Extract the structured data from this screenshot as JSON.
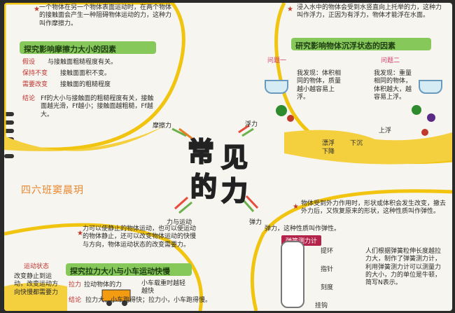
{
  "center_title": {
    "chars": [
      "常",
      "见",
      "的",
      "力"
    ]
  },
  "branches": {
    "friction": "摩擦力",
    "buoyancy": "浮力",
    "elastic": "弹力",
    "force_motion": "力与运动"
  },
  "class_name": "四六班窦晨玥",
  "friction": {
    "definition": "一个物体在另一个物体表面运动时，在两个物体的接触面会产生一种阻碍物体运动的力，这种力叫作摩擦力。",
    "heading": "探究影响摩擦力大小的因素",
    "hypothesis_label": "假设",
    "hypothesis": "与接触面粗糙程度有关。",
    "keep_label": "保持不变",
    "keep": "接触面面积不变。",
    "change_label": "需要改变",
    "change": "接触面的粗糙程度",
    "conclusion_label": "结论",
    "conclusion": "Ff的大小与接触面的粗糙程度有关，接触面越光滑，Ff越小；接触面越粗糙，Ff越大。"
  },
  "buoyancy": {
    "definition": "浸入水中的物体会受到水竖直向上托举的力，这种力叫作浮力，正因为有浮力，物体才能浮在水面。",
    "heading": "研究影响物体沉浮状态的因素",
    "q1_label": "问题一",
    "q2_label": "问题二",
    "q1_answer": "我发现：体积相同的物体，质量越小越容易上浮。",
    "q2_answer": "我发现：重量相同的物体，体积越大，越容易上浮。",
    "up_label": "上浮",
    "float_label": "漂浮",
    "down_label": "下沉",
    "sink_label": "下降"
  },
  "force_motion": {
    "definition": "力可以使静止的物体运动，也可以使运动的物体静止，还可以改变物体运动的快慢与方向，物体运动状态的改变需要力。",
    "heading": "探究拉力大小与小车运动快慢",
    "status_label": "运动状态",
    "status_text": "改变静止到运动，改变运动方向快慢都需要力",
    "pull_label": "拉力",
    "pull": "拉动物体的力",
    "tip": "小车载重时越轻越快",
    "conclusion_label": "结论",
    "conclusion": "拉力大，小车跑得快；拉力小，小车跑得慢。"
  },
  "elastic": {
    "definition": "物体受到外力作用时，形状或体积会发生改变，撤去外力后，又恢复原来的形状，这种性质叫作弹性。",
    "intro": "弹力，这种性质叫作弹性。",
    "scale_tag": "弹簧测力计",
    "parts": [
      "提环",
      "指针",
      "刻度",
      "挂钩"
    ],
    "description": "人们根据弹簧粒伸长度越拉力大，制作了弹簧测力计，利用弹簧测力计可以测量力的大小，力的单位是牛顿，简写N表示。"
  }
}
